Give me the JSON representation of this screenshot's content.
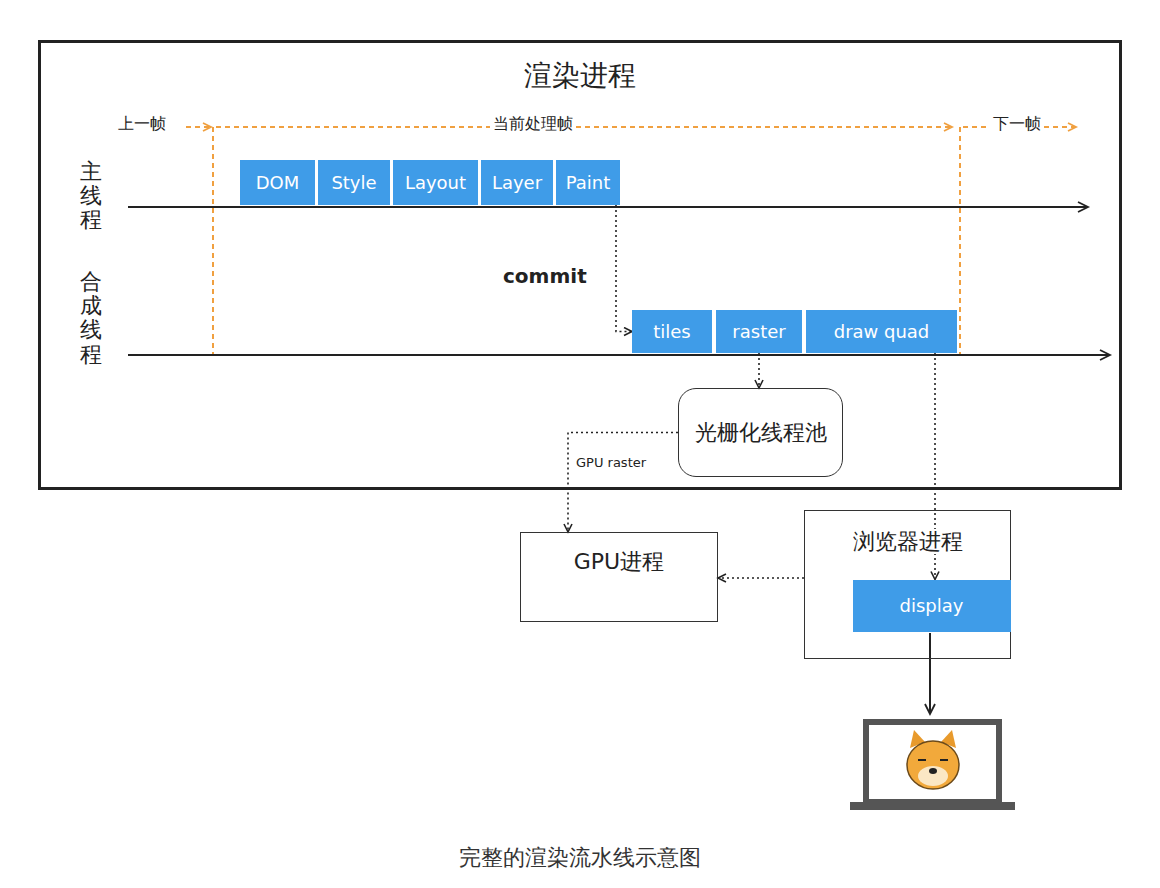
{
  "diagram": {
    "caption": "完整的渲染流水线示意图",
    "nodes": [
      {
        "text": [
          "渲染进程"
        ]
      },
      {
        "text": [
          "DOM"
        ],
        "in": 0
      },
      {
        "text": [
          "Style"
        ],
        "in": 0
      },
      {
        "text": [
          "Layout"
        ],
        "in": 0
      },
      {
        "text": [
          "Layer"
        ],
        "in": 0
      },
      {
        "text": [
          "Paint"
        ],
        "in": 0
      },
      {
        "text": [
          "tiles"
        ],
        "in": 0
      },
      {
        "text": [
          "raster"
        ],
        "in": 0
      },
      {
        "text": [
          "draw quad"
        ],
        "in": 0
      },
      {
        "text": [
          "光栅化线程池"
        ],
        "in": 0
      },
      {
        "text": [
          "GPU进程"
        ]
      },
      {
        "text": [
          "浏览器进程"
        ]
      },
      {
        "text": [
          "display"
        ],
        "in": 11
      }
    ],
    "edges": [
      {
        "from": 5,
        "to": 6,
        "label": "commit",
        "arrow": "to"
      },
      {
        "from": 7,
        "to": 9,
        "arrow": "to"
      },
      {
        "from": 9,
        "to": 10,
        "label": "GPU raster",
        "arrow": "to"
      },
      {
        "from": 8,
        "to": 12,
        "arrow": "to"
      },
      {
        "from": 11,
        "to": 10,
        "arrow": "to"
      }
    ],
    "labels": [
      "上一帧",
      "当前处理帧",
      "下一帧",
      "主线程",
      "合成线程"
    ]
  }
}
